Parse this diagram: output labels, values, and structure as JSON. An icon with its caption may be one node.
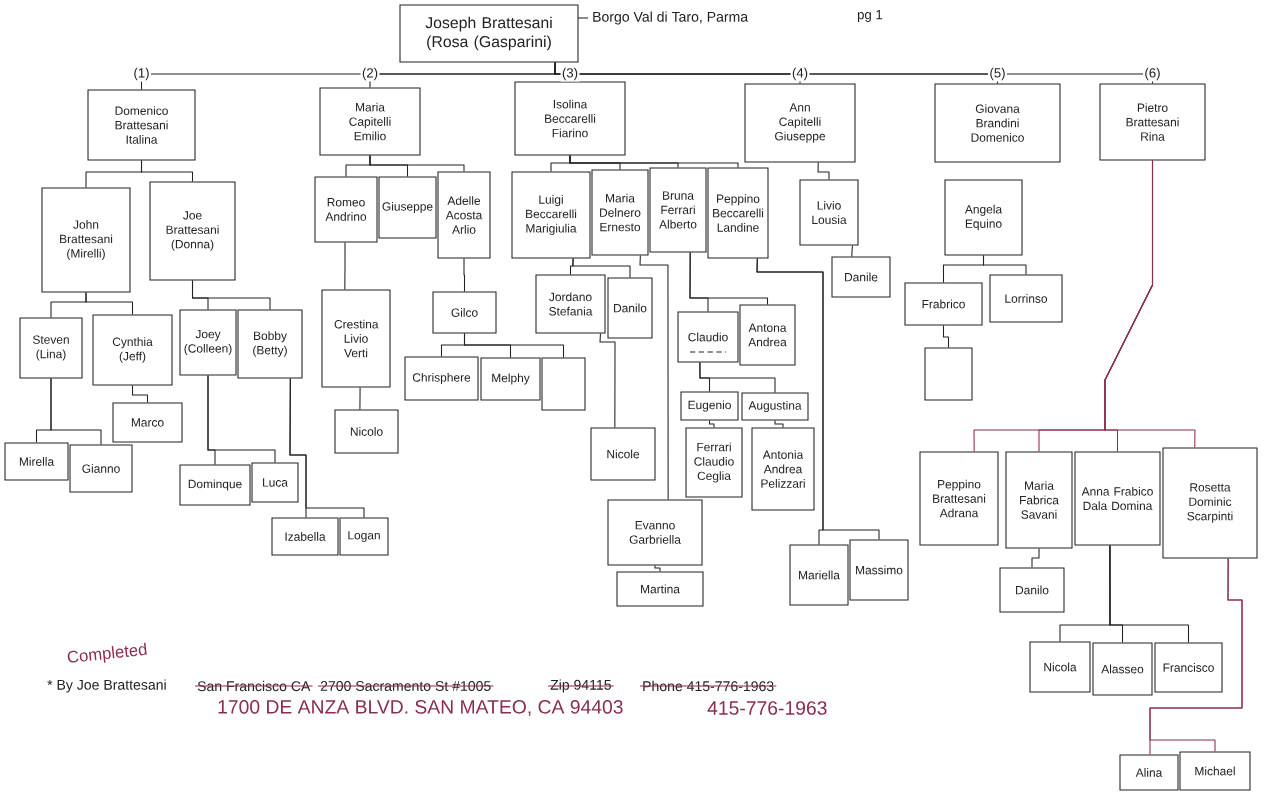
{
  "diagram": {
    "nodes": [
      {
        "text": [
          "Joseph Brattesani (Rosa (Gasparini)"
        ],
        "beside": [
          "Borgo Val di Taro, Parma"
        ]
      },
      {
        "text": [
          "Domenico Brattesani Italina"
        ]
      },
      {
        "text": [
          "Maria Capitelli Emilio"
        ]
      },
      {
        "text": [
          "Isolina Beccarelli Fiarino"
        ]
      },
      {
        "text": [
          "Ann Capitelli Giuseppe"
        ]
      },
      {
        "text": [
          "Giovana Brandini Domenico"
        ]
      },
      {
        "text": [
          "Pietro Brattesani Rina"
        ]
      },
      {
        "text": [
          "John Brattesani (Mirelli)"
        ]
      },
      {
        "text": [
          "Joe Brattesani (Donna)"
        ]
      },
      {
        "text": [
          "Romeo Andrino"
        ]
      },
      {
        "text": [
          "Giuseppe"
        ]
      },
      {
        "text": [
          "Adelle Acosta Arlio"
        ]
      },
      {
        "text": [
          "Luigi Beccarelli Marigiulia"
        ]
      },
      {
        "text": [
          "Maria Delnero Ernesto"
        ]
      },
      {
        "text": [
          "Bruna Ferrari Alberto"
        ]
      },
      {
        "text": [
          "Peppino Beccarelli Landine"
        ]
      },
      {
        "text": [
          "Livio Lousia"
        ]
      },
      {
        "text": [
          "Angela Equino"
        ]
      },
      {
        "text": [
          "Danile"
        ]
      },
      {
        "text": [
          "Jordano Stefania"
        ]
      },
      {
        "text": [
          "Danilo"
        ]
      },
      {
        "text": [
          "Crestina Livio Verti"
        ]
      },
      {
        "text": [
          "Gilco"
        ]
      },
      {
        "text": [
          "Frabrico"
        ]
      },
      {
        "text": [
          "Lorrinso"
        ]
      },
      {
        "text": [
          "Claudio"
        ]
      },
      {
        "text": [
          "Antona Andrea"
        ]
      },
      {
        "text": [
          "Steven (Lina)"
        ]
      },
      {
        "text": [
          "Cynthia (Jeff)"
        ]
      },
      {
        "text": [
          "Joey (Colleen)"
        ]
      },
      {
        "text": [
          "Bobby (Betty)"
        ]
      },
      {
        "text": [
          "Chrisphere"
        ]
      },
      {
        "text": [
          "Melphy"
        ]
      },
      {
        "text": [],
        "shape": "box"
      },
      {
        "text": [],
        "shape": "box"
      },
      {
        "text": [
          "Eugenio"
        ]
      },
      {
        "text": [
          "Augustina"
        ]
      },
      {
        "text": [
          "Marco"
        ]
      },
      {
        "text": [
          "Nicolo"
        ]
      },
      {
        "text": [
          "Nicole"
        ]
      },
      {
        "text": [
          "Ferrari Claudio Ceglia"
        ]
      },
      {
        "text": [
          "Antonia Andrea Pelizzari"
        ]
      },
      {
        "text": [
          "Mirella"
        ]
      },
      {
        "text": [
          "Gianno"
        ]
      },
      {
        "text": [
          "Dominque"
        ]
      },
      {
        "text": [
          "Luca"
        ]
      },
      {
        "text": [
          "Peppino Brattesani Adrana"
        ]
      },
      {
        "text": [
          "Maria Fabrica Savani"
        ]
      },
      {
        "text": [
          "Anna Frabico Dala Domina"
        ]
      },
      {
        "text": [
          "Rosetta Dominic Scarpinti"
        ]
      },
      {
        "text": [
          "Evanno Garbriella"
        ]
      },
      {
        "text": [
          "Izabella"
        ]
      },
      {
        "text": [
          "Logan"
        ]
      },
      {
        "text": [
          "Mariella"
        ]
      },
      {
        "text": [
          "Massimo"
        ]
      },
      {
        "text": [
          "Danilo"
        ]
      },
      {
        "text": [
          "Martina"
        ]
      },
      {
        "text": [
          "Nicola"
        ]
      },
      {
        "text": [
          "Alasseo"
        ]
      },
      {
        "text": [
          "Francisco"
        ]
      },
      {
        "text": [
          "Alina"
        ]
      },
      {
        "text": [
          "Michael"
        ]
      }
    ],
    "edges": [
      {
        "from": 0,
        "to": 1,
        "arrow": "none",
        "label": "(1)"
      },
      {
        "from": 0,
        "to": 2,
        "arrow": "none",
        "label": "(2)"
      },
      {
        "from": 0,
        "to": 3,
        "arrow": "none",
        "label": "(3)"
      },
      {
        "from": 0,
        "to": 4,
        "arrow": "none",
        "label": "(4)"
      },
      {
        "from": 0,
        "to": 5,
        "arrow": "none",
        "label": "(5)"
      },
      {
        "from": 0,
        "to": 6,
        "arrow": "none",
        "label": "(6)"
      },
      {
        "from": 1,
        "to": 7,
        "arrow": "none"
      },
      {
        "from": 1,
        "to": 8,
        "arrow": "none"
      },
      {
        "from": 2,
        "to": 9,
        "arrow": "none"
      },
      {
        "from": 2,
        "to": 10,
        "arrow": "none"
      },
      {
        "from": 2,
        "to": 11,
        "arrow": "none"
      },
      {
        "from": 3,
        "to": 12,
        "arrow": "none"
      },
      {
        "from": 3,
        "to": 13,
        "arrow": "none"
      },
      {
        "from": 3,
        "to": 14,
        "arrow": "none"
      },
      {
        "from": 3,
        "to": 15,
        "arrow": "none"
      },
      {
        "from": 4,
        "to": 16,
        "arrow": "none"
      },
      {
        "from": 16,
        "to": 18,
        "arrow": "none"
      },
      {
        "from": 17,
        "to": 23,
        "arrow": "none"
      },
      {
        "from": 17,
        "to": 24,
        "arrow": "none"
      },
      {
        "from": 23,
        "to": 34,
        "arrow": "none"
      },
      {
        "from": 6,
        "to": 46,
        "arrow": "none",
        "color": "#8b2c50"
      },
      {
        "from": 6,
        "to": 47,
        "arrow": "none",
        "color": "#8b2c50"
      },
      {
        "from": 6,
        "to": 48,
        "arrow": "none",
        "color": "#8b2c50"
      },
      {
        "from": 6,
        "to": 49,
        "arrow": "none",
        "color": "#8b2c50"
      },
      {
        "from": 47,
        "to": 55,
        "arrow": "none"
      },
      {
        "from": 48,
        "to": 57,
        "arrow": "none"
      },
      {
        "from": 48,
        "to": 58,
        "arrow": "none"
      },
      {
        "from": 48,
        "to": 59,
        "arrow": "none"
      },
      {
        "from": 49,
        "to": 60,
        "arrow": "none",
        "color": "#8b2c50"
      },
      {
        "from": 49,
        "to": 61,
        "arrow": "none",
        "color": "#8b2c50"
      },
      {
        "from": 7,
        "to": 27,
        "arrow": "none"
      },
      {
        "from": 7,
        "to": 28,
        "arrow": "none"
      },
      {
        "from": 27,
        "to": 42,
        "arrow": "none"
      },
      {
        "from": 27,
        "to": 43,
        "arrow": "none"
      },
      {
        "from": 28,
        "to": 37,
        "arrow": "none"
      },
      {
        "from": 8,
        "to": 29,
        "arrow": "none"
      },
      {
        "from": 8,
        "to": 30,
        "arrow": "none"
      },
      {
        "from": 29,
        "to": 44,
        "arrow": "none"
      },
      {
        "from": 29,
        "to": 45,
        "arrow": "none"
      },
      {
        "from": 30,
        "to": 51,
        "arrow": "none"
      },
      {
        "from": 30,
        "to": 52,
        "arrow": "none"
      },
      {
        "from": 9,
        "to": 21,
        "arrow": "none"
      },
      {
        "from": 21,
        "to": 38,
        "arrow": "none"
      },
      {
        "from": 11,
        "to": 22,
        "arrow": "none"
      },
      {
        "from": 22,
        "to": 31,
        "arrow": "none"
      },
      {
        "from": 22,
        "to": 32,
        "arrow": "none"
      },
      {
        "from": 22,
        "to": 33,
        "arrow": "none"
      },
      {
        "from": 12,
        "to": 19,
        "arrow": "none"
      },
      {
        "from": 12,
        "to": 20,
        "arrow": "none"
      },
      {
        "from": 19,
        "to": 39,
        "arrow": "none"
      },
      {
        "from": 13,
        "to": 50,
        "arrow": "none"
      },
      {
        "from": 50,
        "to": 56,
        "arrow": "none"
      },
      {
        "from": 14,
        "to": 25,
        "arrow": "none"
      },
      {
        "from": 14,
        "to": 26,
        "arrow": "none"
      },
      {
        "from": 25,
        "to": 35,
        "arrow": "none"
      },
      {
        "from": 25,
        "to": 36,
        "arrow": "none"
      },
      {
        "from": 35,
        "to": 40,
        "arrow": "none"
      },
      {
        "from": 36,
        "to": 41,
        "arrow": "none"
      },
      {
        "from": 15,
        "to": 53,
        "arrow": "none"
      },
      {
        "from": 15,
        "to": 54,
        "arrow": "none"
      }
    ],
    "labels": [
      "pg 1",
      "Completed",
      "* By Joe Brattesani",
      "San Francisco CA",
      "2700 Sacramento St #1005",
      "Zip 94115",
      "Phone 415-776-1963",
      "1700 DE ANZA BLVD. SAN MATEO, CA 94403",
      "415-776-1963"
    ]
  }
}
